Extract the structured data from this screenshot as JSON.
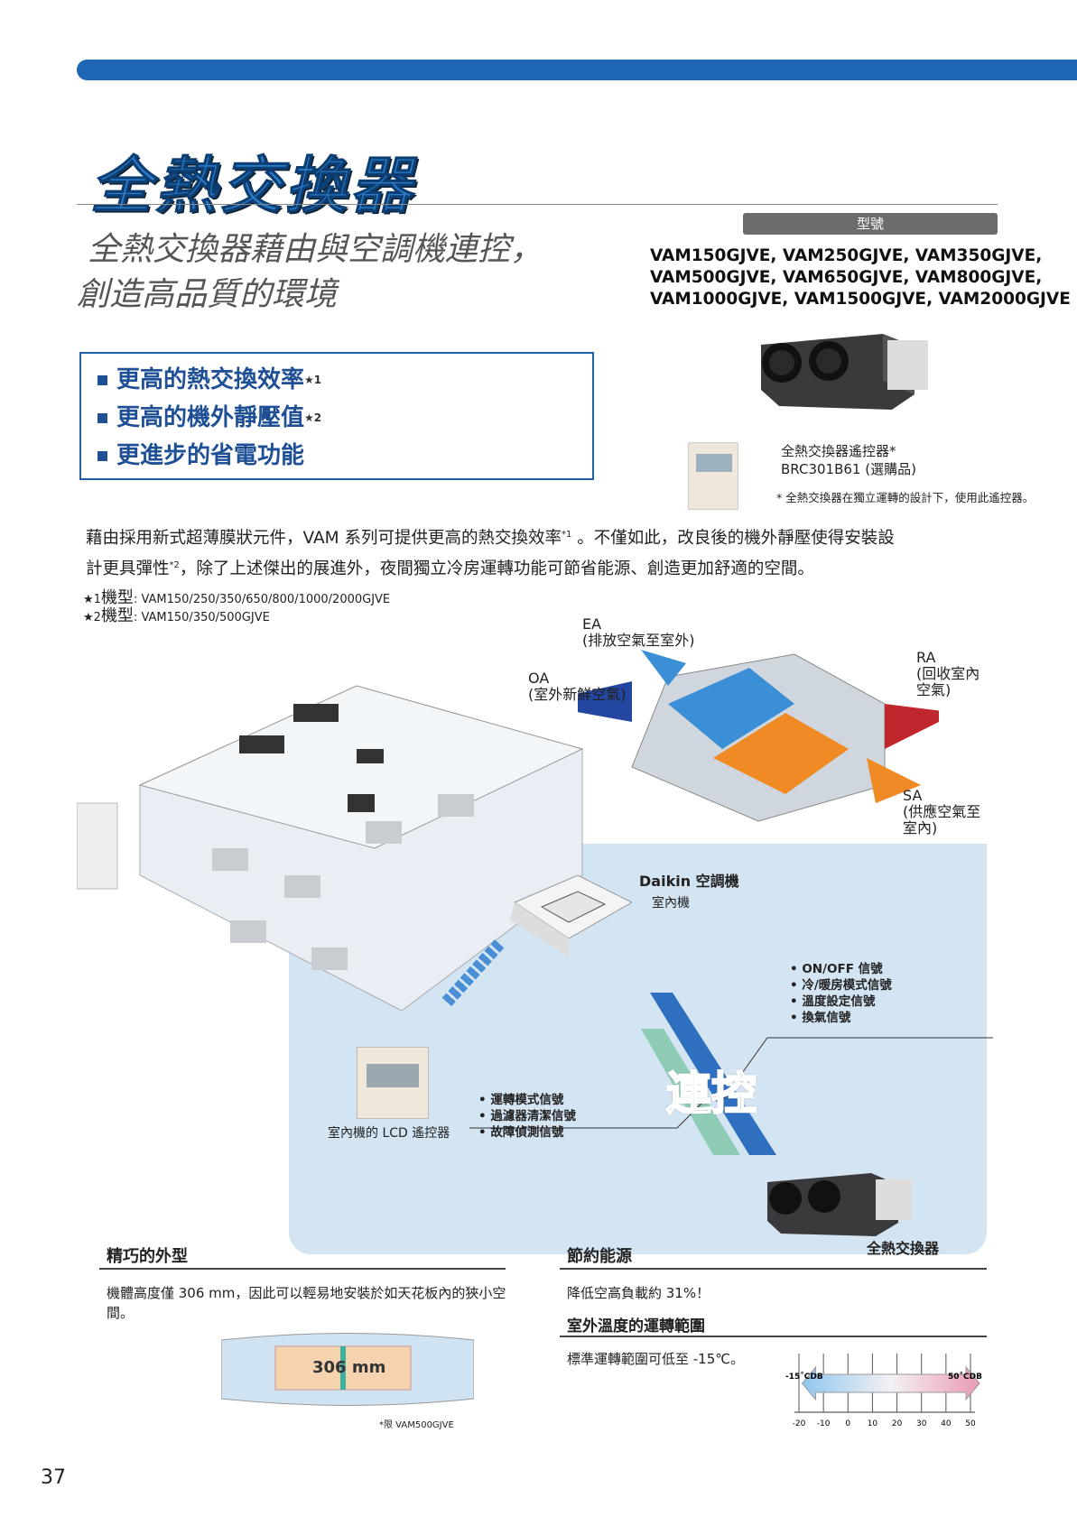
{
  "header": {
    "title": "全熱交換器",
    "subtitle": [
      "全熱交換器藉由與空調機連控，",
      "創造高品質的環境"
    ]
  },
  "features": [
    {
      "text": "更高的熱交換效率",
      "note": "★1"
    },
    {
      "text": "更高的機外靜壓值",
      "note": "★2"
    },
    {
      "text": "更進步的省電功能",
      "note": ""
    }
  ],
  "models": {
    "tag": "型號",
    "lines": [
      "VAM150GJVE, VAM250GJVE, VAM350GJVE,",
      "VAM500GJVE, VAM650GJVE, VAM800GJVE,",
      "VAM1000GJVE, VAM1500GJVE, VAM2000GJVE"
    ]
  },
  "remote": {
    "name": "全熱交換器遙控器*",
    "model": "BRC301B61 (選購品)",
    "note": "* 全熱交換器在獨立運轉的設計下，使用此遙控器。"
  },
  "intro": {
    "line1a": "藉由採用新式超薄膜狀元件，VAM 系列可提供更高的熱交換效率",
    "sup1": "*1",
    "line1b": " 。不僅如此，改良後的機外靜壓使得安裝設",
    "line2a": "計更具彈性",
    "sup2": "*2",
    "line2b": "，除了上述傑出的展進外，夜間獨立冷房運轉功能可節省能源、創造更加舒適的空間。"
  },
  "footnotes": [
    {
      "mark": "★1",
      "label": "機型",
      "text": ": VAM150/250/350/650/800/1000/2000GJVE"
    },
    {
      "mark": "★2",
      "label": "機型",
      "text": ": VAM150/350/500GJVE"
    }
  ],
  "diagram": {
    "ea": [
      "EA",
      "(排放空氣至室外)"
    ],
    "oa": [
      "OA",
      "(室外新鮮空氣)"
    ],
    "ra": [
      "RA",
      "(回收室內",
      "空氣)"
    ],
    "sa": [
      "SA",
      "(供應空氣至",
      "室內)"
    ],
    "ac_title": "Daikin 空調機",
    "ac_sub": "室內機",
    "signals_right": [
      "• ON/OFF 信號",
      "• 冷/暖房模式信號",
      "• 溫度設定信號",
      "• 換氣信號"
    ],
    "signals_left": [
      "• 運轉模式信號",
      "• 過濾器清潔信號",
      "• 故障偵測信號"
    ],
    "link": "連控",
    "lcd_label": "室內機的 LCD 遙控器",
    "hrv_label": "全熱交換器"
  },
  "compact": {
    "heading": "精巧的外型",
    "text": "機體高度僅 306 mm，因此可以輕易地安裝於如天花板內的狹小空間。",
    "dim": "306 mm",
    "note": "*限 VAM500GJVE"
  },
  "energy": {
    "heading": "節約能源",
    "text": "降低空高負載約 31%！"
  },
  "range": {
    "heading": "室外溫度的運轉範圍",
    "text": "標準運轉範圍可低至 -15℃。",
    "min_label": "-15˚CDB",
    "max_label": "50˚CDB",
    "min": -15,
    "max": 50,
    "ticks": [
      "-20",
      "-10",
      "0",
      "10",
      "20",
      "30",
      "40",
      "50"
    ]
  },
  "page_number": "37",
  "colors": {
    "brand_blue": "#1f66b5",
    "panel": "#d3e4f3"
  }
}
